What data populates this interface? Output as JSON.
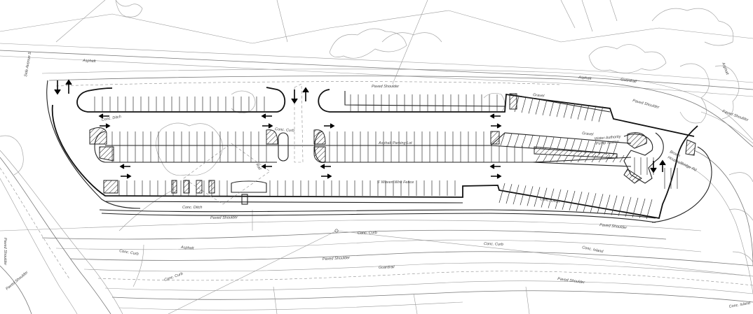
{
  "labels": {
    "asphalt_top": "Asphalt",
    "asphalt_right": "Asphalt",
    "asphalt_bottom": "Asphalt",
    "asphalt_far_right": "Asphalt",
    "paved_shoulder_top": "Paved Shoulder",
    "paved_shoulder_right": "Paved Shoulder",
    "paved_shoulder_far_right": "Paved Shoulder",
    "paved_shoulder_lot": "Paved Shoulder",
    "paved_shoulder_bottom": "Paved Shoulder",
    "paved_shoulder_bottom_right": "Paved Shoulder",
    "paved_shoulder_lower_right": "Paved Shoulder",
    "paved_shoulder_left": "Paved Shoulder",
    "paved_shoulder_far_left": "Paved Shoulder",
    "guardrail_top": "Guardrail",
    "guardrail_bottom": "Guardrail",
    "gravel_top": "Gravel",
    "gravel_mid": "Gravel",
    "conc_ditch_left": "Conc. Ditch",
    "conc_ditch_bottom": "Conc. Ditch",
    "conc_ditch_right": "Conc. Ditch",
    "conc_curb_mid": "Conc. Curb",
    "conc_curb_bottom": "Conc. Curb",
    "conc_curb_bottom2": "Conc. Curb",
    "conc_curb_left": "Conc. Curb",
    "conc_curb_lower_left": "Conc. Curb",
    "conc_island_right": "Conc. Island",
    "conc_island_far_right": "Conc. Island",
    "asphalt_parking_lot": "Asphalt Parking Lot",
    "wire_fence": "5' Woven Wire Fence",
    "water_pump": "Water Authority",
    "water_pump2": "Pump Station",
    "brown_label": "Brown",
    "brown_label2": "Houses/Bridge Rd",
    "rail": "Rail",
    "side_label": "Side Avenue S",
    "shoulder_label": "Paved Shoulder",
    "conc_label": "Conc. Curb"
  }
}
